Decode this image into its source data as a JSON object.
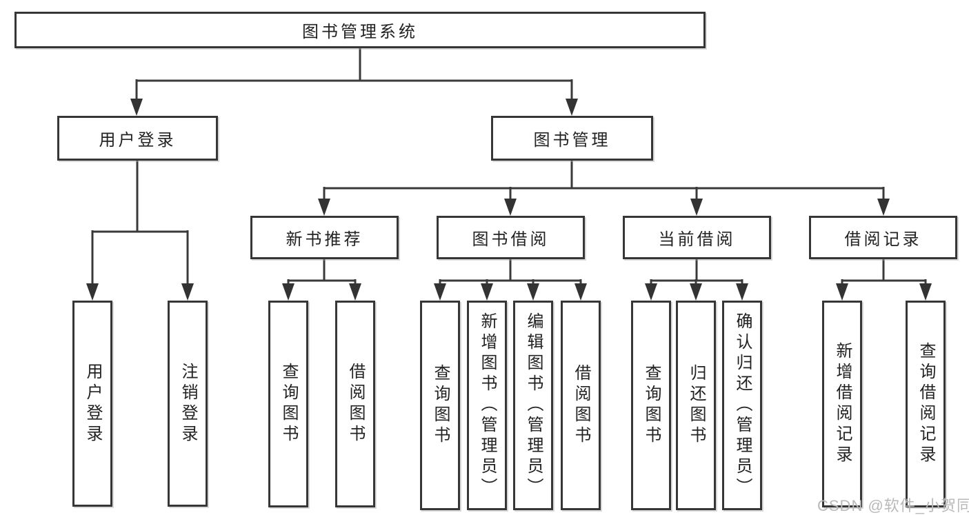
{
  "diagram": {
    "type": "hierarchy-tree",
    "tree": {
      "label": "图书管理系统",
      "children": [
        {
          "label": "用户登录",
          "children": [
            {
              "label": "用户登录"
            },
            {
              "label": "注销登录"
            }
          ]
        },
        {
          "label": "图书管理",
          "children": [
            {
              "label": "新书推荐",
              "children": [
                {
                  "label": "查询图书"
                },
                {
                  "label": "借阅图书"
                }
              ]
            },
            {
              "label": "图书借阅",
              "children": [
                {
                  "label": "查询图书"
                },
                {
                  "label": "新增图书（管理员）"
                },
                {
                  "label": "编辑图书（管理员）"
                },
                {
                  "label": "借阅图书"
                }
              ]
            },
            {
              "label": "当前借阅",
              "children": [
                {
                  "label": "查询图书"
                },
                {
                  "label": "归还图书"
                },
                {
                  "label": "确认归还（管理员）"
                }
              ]
            },
            {
              "label": "借阅记录",
              "children": [
                {
                  "label": "新增借阅记录"
                },
                {
                  "label": "查询借阅记录"
                }
              ]
            }
          ]
        }
      ]
    }
  },
  "watermark": {
    "text": "CSDN @软件_小贺同学"
  },
  "colors": {
    "background": "#ffffff",
    "line": "#3a3a3a",
    "box_border": "#363636",
    "box_fill": "#ffffff",
    "text": "#222222",
    "watermark": "#b9b9b9"
  }
}
